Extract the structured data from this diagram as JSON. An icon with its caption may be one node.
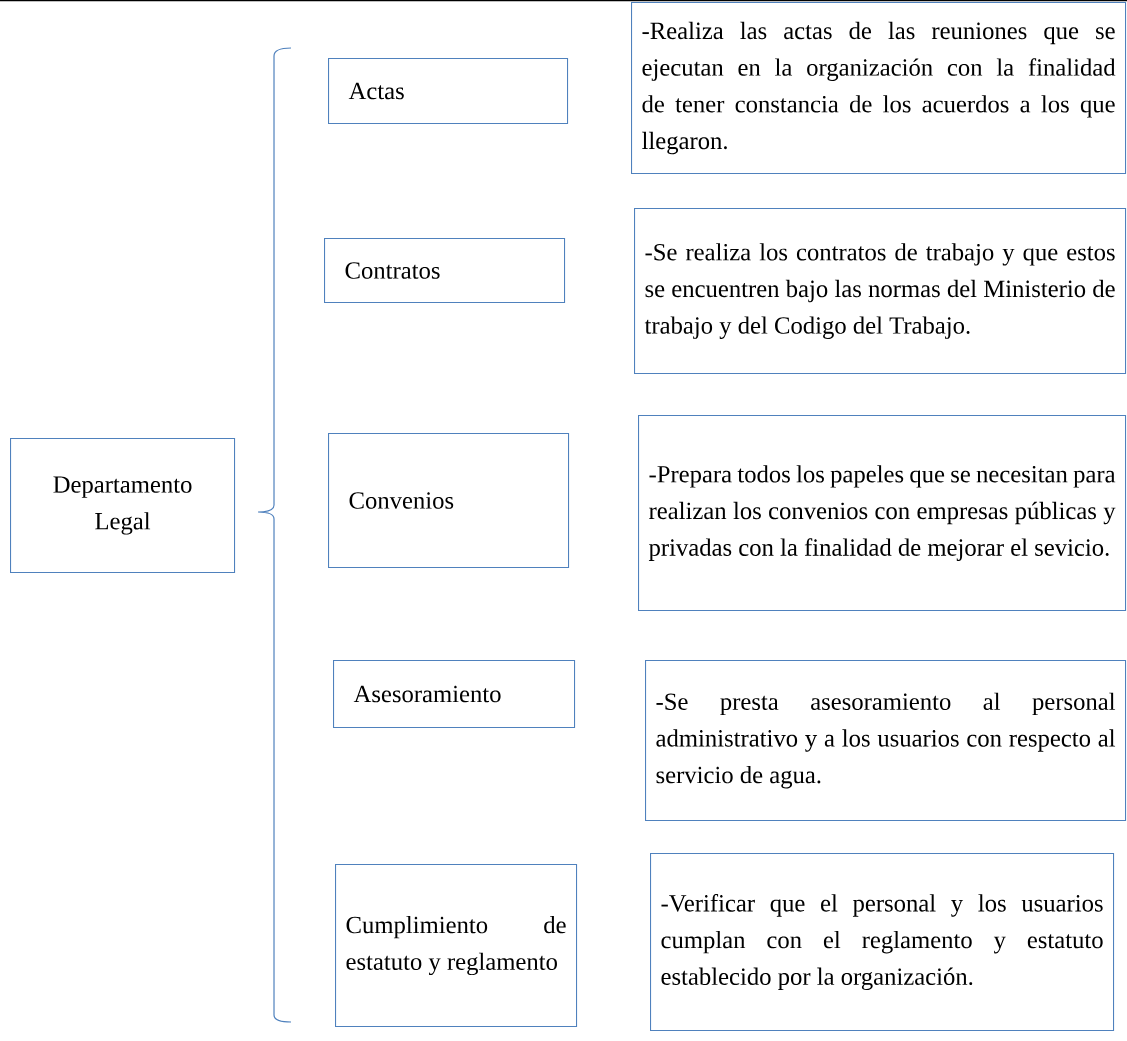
{
  "diagram": {
    "nodes": [
      {
        "text": [
          "Departamento Legal"
        ]
      },
      {
        "text": [
          "Actas"
        ]
      },
      {
        "text": [
          "-Realiza las actas de las reuniones que se ejecutan en la organización con la finalidad de tener constancia de los acuerdos a los que llegaron."
        ]
      },
      {
        "text": [
          "Contratos"
        ]
      },
      {
        "text": [
          "-Se realiza los contratos de trabajo y que estos se encuentren bajo las normas del Ministerio de trabajo y del Codigo del Trabajo."
        ]
      },
      {
        "text": [
          "Convenios"
        ]
      },
      {
        "text": [
          "-Prepara todos los papeles que se necesitan para realizan los convenios con empresas públicas y privadas con la finalidad de mejorar el sevicio."
        ]
      },
      {
        "text": [
          "Asesoramiento"
        ]
      },
      {
        "text": [
          "-Se presta asesoramiento al personal administrativo y a los usuarios con respecto al servicio de agua."
        ]
      },
      {
        "text": [
          "Cumplimiento de estatuto y reglamento"
        ]
      },
      {
        "text": [
          "-Verificar que el personal y los usuarios cumplan con el reglamento y estatuto establecido por la organización."
        ]
      }
    ]
  }
}
